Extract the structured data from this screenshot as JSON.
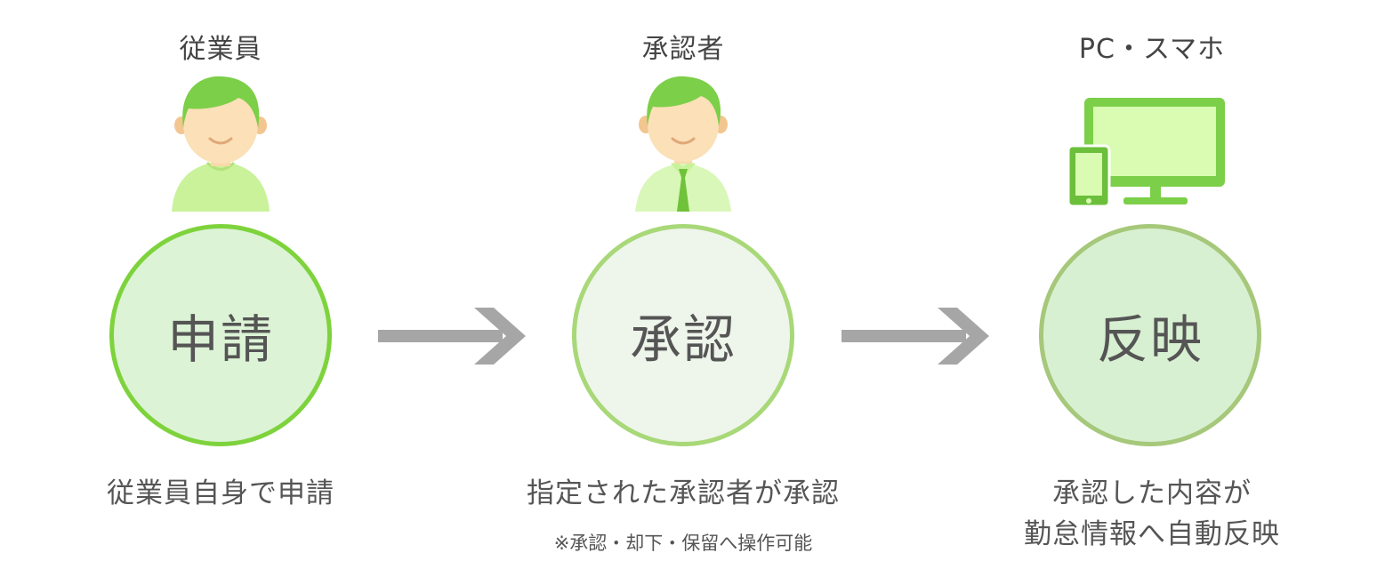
{
  "steps": [
    {
      "role": "従業員",
      "icon": "employee-icon",
      "label": "申請",
      "description": [
        "従業員自身で申請"
      ]
    },
    {
      "role": "承認者",
      "icon": "approver-icon",
      "label": "承認",
      "description": [
        "指定された承認者が承認"
      ],
      "note": "※承認・却下・保留へ操作可能"
    },
    {
      "role": "PC・スマホ",
      "icon": "devices-icon",
      "label": "反映",
      "description": [
        "承認した内容が",
        "勤怠情報へ自動反映"
      ]
    }
  ],
  "colors": {
    "accent_green": "#7ed33c",
    "hair_green": "#7ccf48",
    "arrow_gray": "#a6a6a6",
    "text_gray": "#555555"
  }
}
